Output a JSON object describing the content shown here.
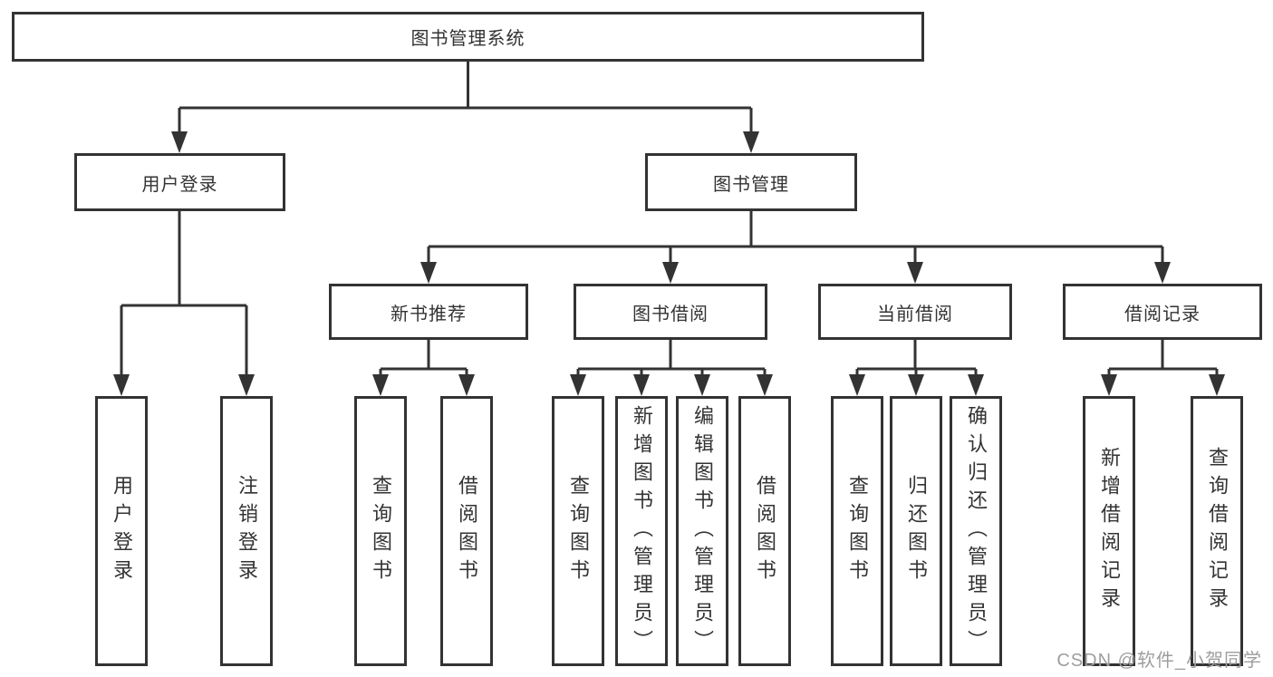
{
  "diagram": {
    "type": "hierarchy-flowchart",
    "watermark": "CSDN @软件_小贺同学",
    "colors": {
      "line": "#333333",
      "box_border": "#333333",
      "text": "#333333",
      "watermark": "#9e9e9e",
      "background": "#ffffff"
    },
    "tree": {
      "root": {
        "label": "图书管理系统"
      },
      "branches": [
        {
          "label": "用户登录",
          "children": [
            {
              "label": "用户登录"
            },
            {
              "label": "注销登录"
            }
          ]
        },
        {
          "label": "图书管理",
          "children": [
            {
              "label": "新书推荐",
              "children": [
                {
                  "label": "查询图书"
                },
                {
                  "label": "借阅图书"
                }
              ]
            },
            {
              "label": "图书借阅",
              "children": [
                {
                  "label": "查询图书"
                },
                {
                  "label": "新增图书（管理员）"
                },
                {
                  "label": "编辑图书（管理员）"
                },
                {
                  "label": "借阅图书"
                }
              ]
            },
            {
              "label": "当前借阅",
              "children": [
                {
                  "label": "查询图书"
                },
                {
                  "label": "归还图书"
                },
                {
                  "label": "确认归还（管理员）"
                }
              ]
            },
            {
              "label": "借阅记录",
              "children": [
                {
                  "label": "新增借阅记录"
                },
                {
                  "label": "查询借阅记录"
                }
              ]
            }
          ]
        }
      ]
    }
  }
}
